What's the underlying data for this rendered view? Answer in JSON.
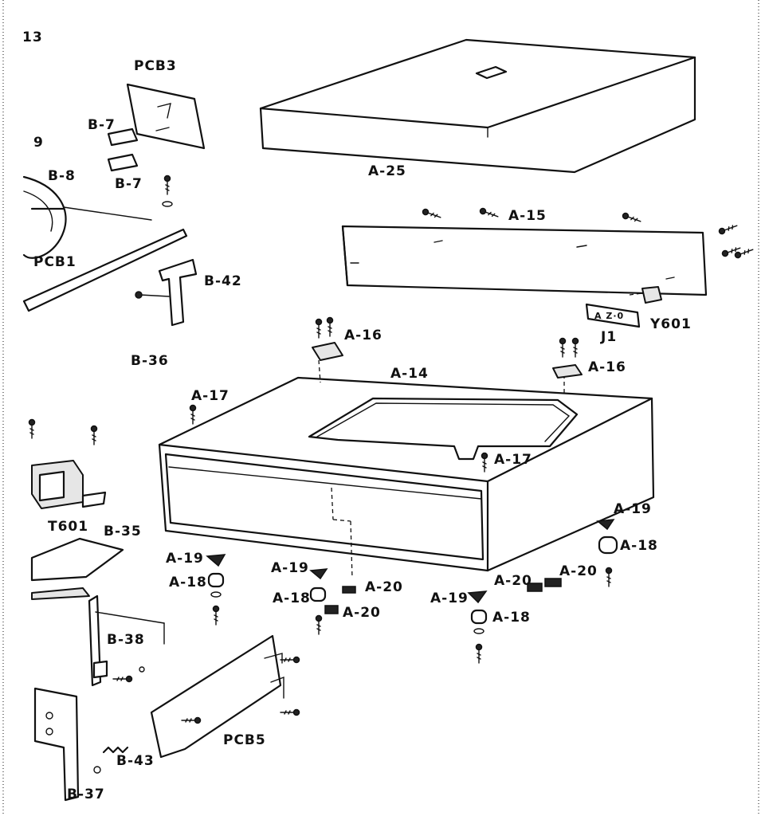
{
  "labels": {
    "top_left": "13",
    "b9": "9",
    "pcb3": "PCB3",
    "b7_upper": "B-7",
    "b7_lower": "B-7",
    "b8": "B-8",
    "pcb1": "PCB1",
    "b42": "B-42",
    "b36": "B-36",
    "a25": "A-25",
    "a15": "A-15",
    "y601": "Y601",
    "j1": "J1",
    "a16_left": "A-16",
    "a16_right": "A-16",
    "a14": "A-14",
    "a17_left": "A-17",
    "a17_right": "A-17",
    "t601": "T601",
    "b35": "B-35",
    "a19_left": "A-19",
    "a18_left": "A-18",
    "a19_mid": "A-19",
    "a18_mid": "A-18",
    "a20_mid_upper": "A-20",
    "a20_mid_lower": "A-20",
    "a19_mr": "A-19",
    "a18_mr": "A-18",
    "a20_right_a": "A-20",
    "a20_right_b": "A-20",
    "a19_right": "A-19",
    "a18_right": "A-18",
    "b38": "B-38",
    "pcb5": "PCB5",
    "b43": "B-43",
    "b37": "B-37"
  }
}
